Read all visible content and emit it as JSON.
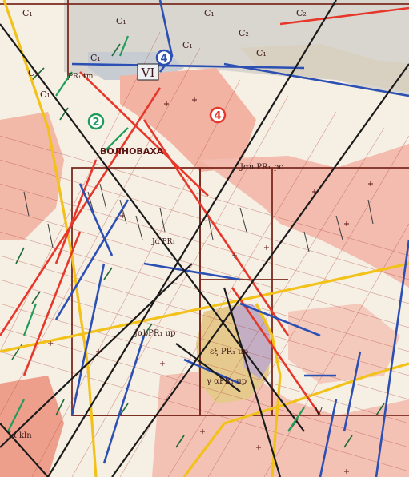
{
  "map": {
    "city_label": "ВОЛНОВАХА",
    "unit_labels": {
      "top_left": "C₁",
      "top_c1_a": "C₁",
      "top_c1_b": "C₁",
      "top_c1_c": "C₁",
      "top_c1_d": "C₁",
      "top_c2_a": "C₂",
      "top_c2_b": "C₂",
      "upper_mid": "C₁",
      "left_top": "C₁",
      "left_mid": "C₁",
      "prt": "PR₁ tm",
      "center_right": "Jαn PR₁ pc",
      "center_left": "JαbPR₁ up",
      "center_bottom": "εξ PR₁ up",
      "center_bottom2": "γ αPR₁ up",
      "small_center": "Jα PR₁",
      "bottom_left": "Jα kln"
    },
    "block_labels": {
      "top": "VI",
      "bottom": "V"
    },
    "circle_markers": {
      "blue_top": "4",
      "red_mid": "4",
      "green_left": "2"
    },
    "colors": {
      "background": "#f6efe3",
      "granite_pink": "#f2b3a3",
      "granite_dark": "#ee9f8c",
      "grey_unit": "#c7ccd3",
      "purple_unit": "#b7a4d6",
      "ochre_unit": "#e6c98c",
      "fault_red": "#e6372a",
      "fault_blue": "#2c4fb3",
      "fault_black": "#1b1b1b",
      "fault_yellow": "#f2c21a",
      "fault_green": "#1f9c5a",
      "grid_brown": "#7a2a1f"
    }
  }
}
